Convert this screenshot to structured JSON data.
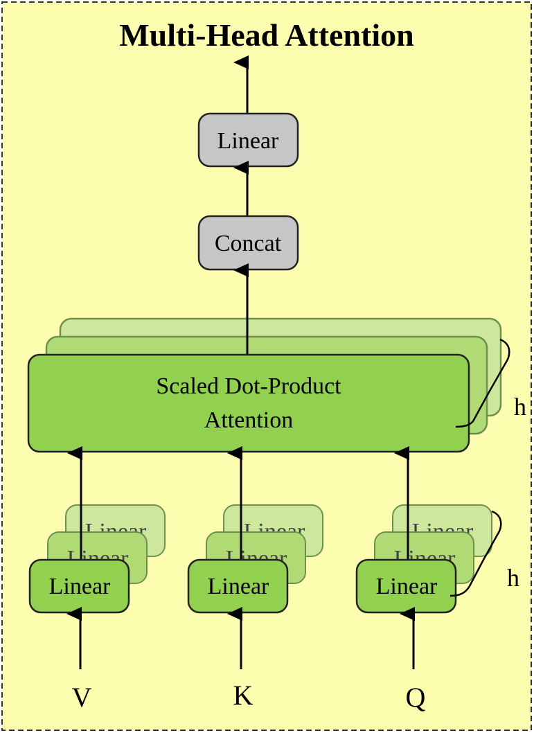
{
  "title": "Multi-Head Attention",
  "colors": {
    "panel_fill": "#fdfdb0",
    "panel_border": "#333333",
    "gray_box": "#c6c6c6",
    "green_box": "#92d050",
    "green_box_back_1": "#b0db74",
    "green_box_back_2": "#cde89d",
    "box_stroke": "#222222",
    "arrow": "#000000"
  },
  "output_linear": {
    "label": "Linear"
  },
  "concat": {
    "label": "Concat"
  },
  "attention": {
    "label_line1": "Scaled Dot-Product",
    "label_line2": "Attention",
    "repeat_label": "h"
  },
  "input_linears": {
    "label": "Linear",
    "repeat_label": "h"
  },
  "inputs": [
    "V",
    "K",
    "Q"
  ]
}
